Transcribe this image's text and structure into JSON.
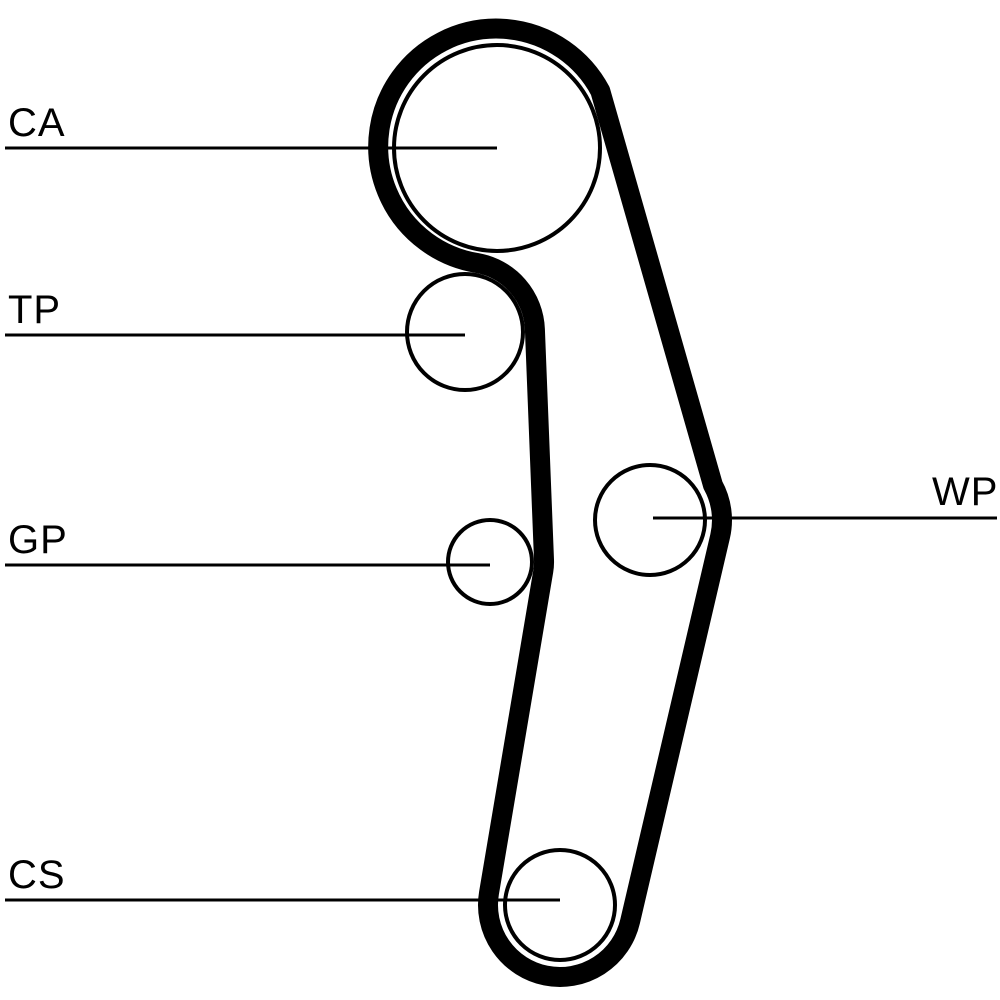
{
  "diagram": {
    "type": "belt-routing-diagram",
    "background_color": "#ffffff",
    "line_color": "#000000",
    "labels": {
      "ca": "CA",
      "tp": "TP",
      "gp": "GP",
      "wp": "WP",
      "cs": "CS"
    }
  }
}
